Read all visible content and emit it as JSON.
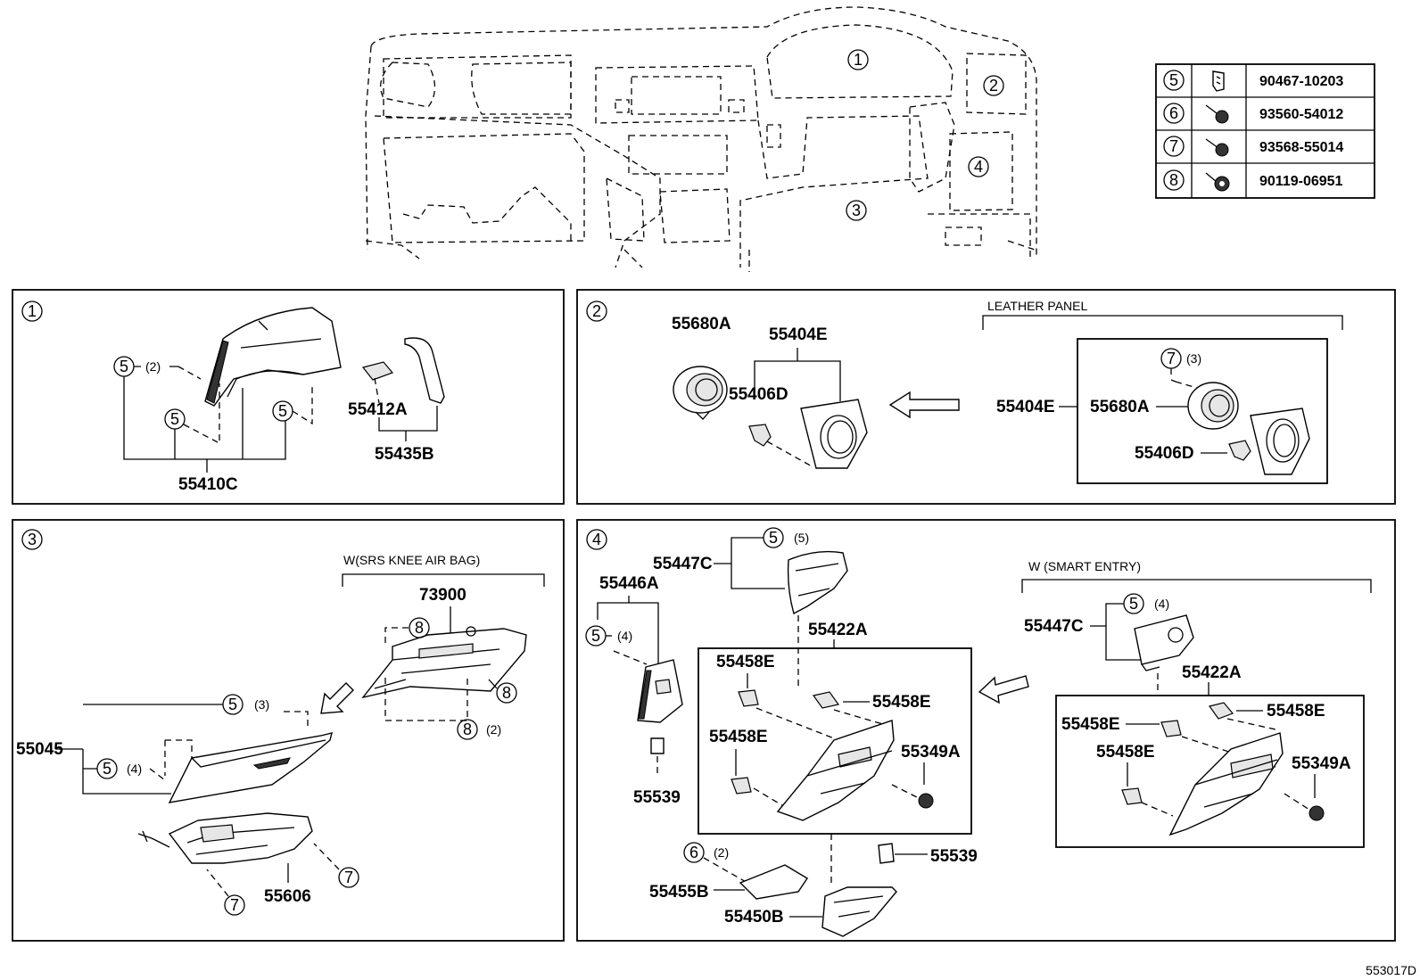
{
  "diagram_id": "553017D",
  "overview": {
    "areas": [
      "1",
      "2",
      "3",
      "4"
    ]
  },
  "fastener_table": [
    {
      "ref": "5",
      "part": "90467-10203",
      "icon": "clip-icon"
    },
    {
      "ref": "6",
      "part": "93560-54012",
      "icon": "screw-icon"
    },
    {
      "ref": "7",
      "part": "93568-55014",
      "icon": "screw-icon"
    },
    {
      "ref": "8",
      "part": "90119-06951",
      "icon": "bolt-icon"
    }
  ],
  "panel1": {
    "num": "1",
    "parts": {
      "p55410c": "55410C",
      "p55412a": "55412A",
      "p55435b": "55435B"
    },
    "callouts": [
      {
        "ref": "5",
        "qty": "(2)"
      },
      {
        "ref": "5",
        "qty": ""
      },
      {
        "ref": "5",
        "qty": ""
      }
    ]
  },
  "panel2": {
    "num": "2",
    "leather_note": "LEATHER PANEL",
    "parts": {
      "p55680a": "55680A",
      "p55404e": "55404E",
      "p55406d": "55406D",
      "p55404e_b": "55404E",
      "p55680a_b": "55680A",
      "p55406d_b": "55406D"
    },
    "callouts": [
      {
        "ref": "7",
        "qty": "(3)"
      }
    ]
  },
  "panel3": {
    "num": "3",
    "srs_note": "W(SRS KNEE AIR BAG)",
    "parts": {
      "p73900": "73900",
      "p55045": "55045",
      "p55606": "55606"
    },
    "callouts": [
      {
        "ref": "8",
        "qty": ""
      },
      {
        "ref": "8",
        "qty": ""
      },
      {
        "ref": "8",
        "qty": "(2)"
      },
      {
        "ref": "5",
        "qty": "(3)"
      },
      {
        "ref": "5",
        "qty": "(4)"
      },
      {
        "ref": "7",
        "qty": ""
      },
      {
        "ref": "7",
        "qty": ""
      }
    ]
  },
  "panel4": {
    "num": "4",
    "smart_note": "W (SMART ENTRY)",
    "parts": {
      "p55447c": "55447C",
      "p55446a": "55446A",
      "p55422a": "55422A",
      "p55458e_1": "55458E",
      "p55458e_2": "55458E",
      "p55458e_3": "55458E",
      "p55349a": "55349A",
      "p55539": "55539",
      "p55539_b": "55539",
      "p55455b": "55455B",
      "p55450b": "55450B",
      "p55447c_b": "55447C",
      "p55422a_b": "55422A",
      "p55458e_4": "55458E",
      "p55458e_5": "55458E",
      "p55458e_6": "55458E",
      "p55349a_b": "55349A"
    },
    "callouts": [
      {
        "ref": "5",
        "qty": "(5)"
      },
      {
        "ref": "5",
        "qty": "(4)"
      },
      {
        "ref": "6",
        "qty": "(2)"
      },
      {
        "ref": "5",
        "qty": "(4)"
      }
    ]
  }
}
